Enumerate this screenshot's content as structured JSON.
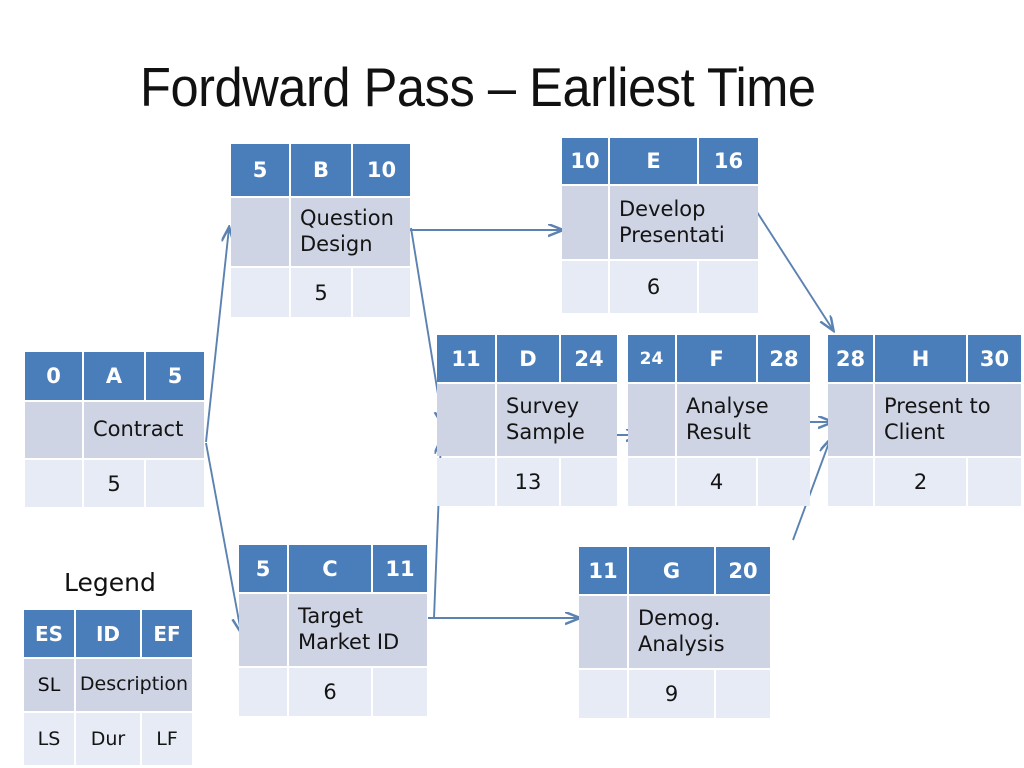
{
  "slide": {
    "title": "Fordward Pass – Earliest Time",
    "accent_blue": "#4a7ebb",
    "mid_row_fill": "#ced4e4",
    "bottom_row_fill": "#e7ebf5",
    "arrow_color": "#5b82b1",
    "text_color": "#111111"
  },
  "legend": {
    "caption": "Legend",
    "cells": {
      "es": "ES",
      "id": "ID",
      "ef": "EF",
      "sl": "SL",
      "description": "Description",
      "ls": "LS",
      "dur": "Dur",
      "lf": "LF"
    }
  },
  "nodes": [
    {
      "key": "A",
      "es": "0",
      "id": "A",
      "ef": "5",
      "description": "Contract",
      "duration": "5"
    },
    {
      "key": "B",
      "es": "5",
      "id": "B",
      "ef": "10",
      "description": "Question\nDesign",
      "duration": "5"
    },
    {
      "key": "C",
      "es": "5",
      "id": "C",
      "ef": "11",
      "description": "Target\nMarket ID",
      "duration": "6"
    },
    {
      "key": "D",
      "es": "11",
      "id": "D",
      "ef": "24",
      "description": "Survey\nSample",
      "duration": "13"
    },
    {
      "key": "E",
      "es": "10",
      "id": "E",
      "ef": "16",
      "description": "Develop\nPresentati",
      "duration": "6"
    },
    {
      "key": "F",
      "es": "24",
      "id": "F",
      "ef": "28",
      "description": "Analyse\nResult",
      "duration": "4"
    },
    {
      "key": "G",
      "es": "11",
      "id": "G",
      "ef": "20",
      "description": "Demog.\nAnalysis",
      "duration": "9"
    },
    {
      "key": "H",
      "es": "28",
      "id": "H",
      "ef": "30",
      "description": "Present to\nClient",
      "duration": "2"
    }
  ],
  "connections": [
    {
      "from": "A",
      "to": "B"
    },
    {
      "from": "A",
      "to": "C"
    },
    {
      "from": "B",
      "to": "E"
    },
    {
      "from": "B",
      "to": "D"
    },
    {
      "from": "C",
      "to": "D"
    },
    {
      "from": "C",
      "to": "G"
    },
    {
      "from": "D",
      "to": "F"
    },
    {
      "from": "E",
      "to": "H"
    },
    {
      "from": "F",
      "to": "H"
    },
    {
      "from": "G",
      "to": "H"
    }
  ]
}
